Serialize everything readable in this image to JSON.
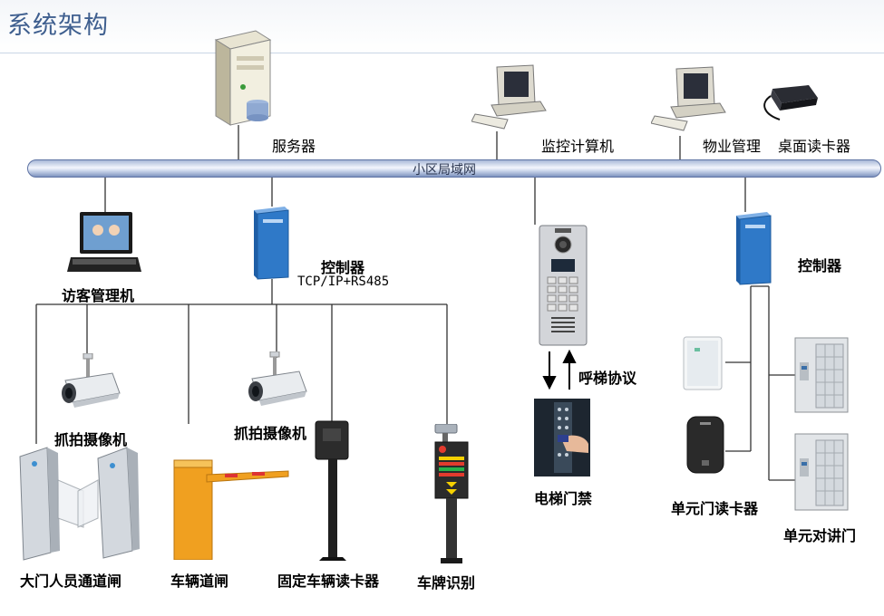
{
  "page_title": "系统架构",
  "network_bus": "小区局域网",
  "nodes": {
    "server": "服务器",
    "monitor_pc": "监控计算机",
    "property_mgmt": "物业管理",
    "desktop_reader": "桌面读卡器",
    "visitor_machine": "访客管理机",
    "controller_left": "控制器",
    "controller_protocol": "TCP/IP+RS485",
    "door_station": "",
    "elevator_protocol": "呼梯协议",
    "elevator_access": "电梯门禁",
    "controller_right": "控制器",
    "unit_card_reader": "单元门读卡器",
    "unit_intercom": "单元对讲门",
    "camera_left": "抓拍摄像机",
    "camera_right": "抓拍摄像机",
    "gate_turnstile": "大门人员通道闸",
    "vehicle_barrier": "车辆道闸",
    "fixed_reader": "固定车辆读卡器",
    "plate_recognition": "车牌识别"
  },
  "colors": {
    "title": "#3f5f8f",
    "bus": "#a9b9d8",
    "controller": "#2f79c8",
    "barrier": "#f0a020"
  }
}
